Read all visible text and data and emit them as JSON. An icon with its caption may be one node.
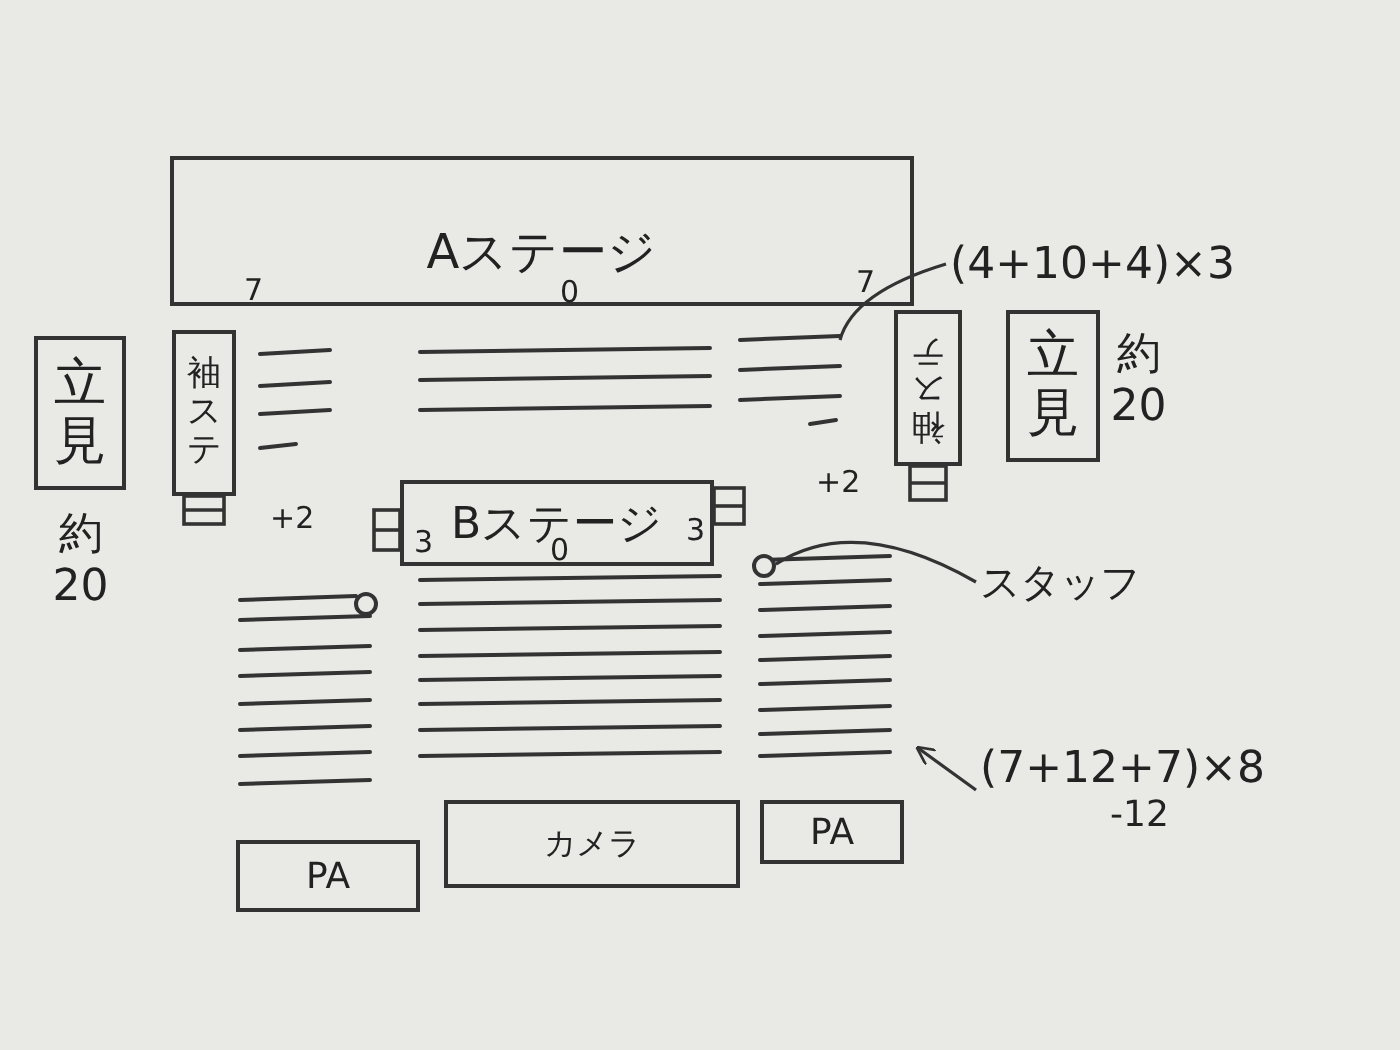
{
  "diagram": {
    "nodes": [
      {
        "text": [
          "Aステージ"
        ]
      },
      {
        "text": [
          "袖ステ"
        ]
      },
      {
        "text": [
          "袖ステ"
        ]
      },
      {
        "text": [
          "立見"
        ],
        "beside": [
          "約20"
        ]
      },
      {
        "text": [
          "立見"
        ],
        "beside": [
          "約20"
        ]
      },
      {
        "text": [
          "Bステージ"
        ]
      },
      {
        "text": [],
        "shape": "circle"
      },
      {
        "text": [],
        "shape": "circle"
      },
      {
        "text": [
          "PA"
        ]
      },
      {
        "text": [
          "カメラ"
        ]
      },
      {
        "text": [
          "PA"
        ]
      },
      {
        "text": [
          "(4+10+4)×3"
        ]
      },
      {
        "text": [
          "スタッフ"
        ]
      },
      {
        "text": [
          "(7+12+7)×8",
          "-12"
        ]
      }
    ],
    "edges": [
      {
        "from": 11,
        "to": null,
        "arrow": "none"
      },
      {
        "from": 12,
        "to": 7,
        "arrow": "none"
      },
      {
        "from": 13,
        "to": null,
        "arrow": "to"
      }
    ],
    "labels": [
      "7",
      "0",
      "7",
      "+2",
      "+2",
      "3",
      "0",
      "3"
    ]
  }
}
